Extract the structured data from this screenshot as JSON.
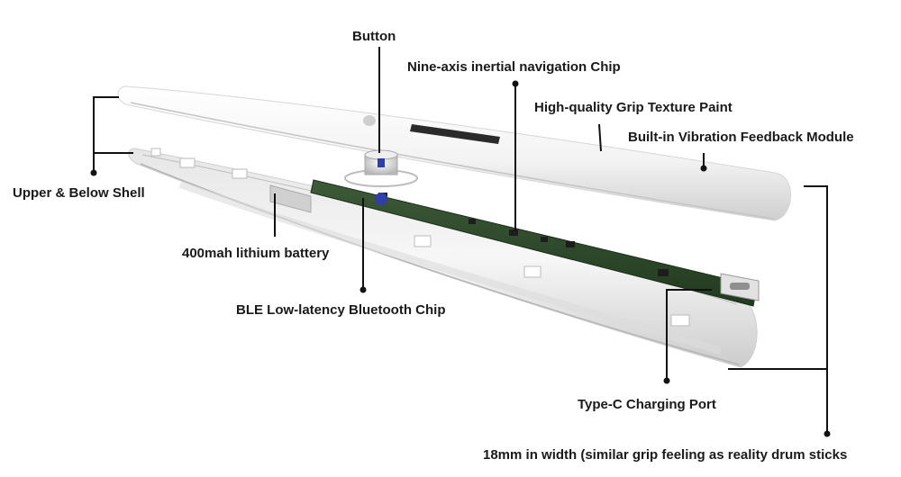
{
  "labels": {
    "button": "Button",
    "nine_axis_chip": "Nine-axis inertial navigation Chip",
    "grip_texture": "High-quality Grip Texture Paint",
    "vibration_module": "Built-in Vibration Feedback Module",
    "shell": "Upper & Below Shell",
    "battery": "400mah lithium battery",
    "bluetooth_chip": "BLE Low-latency Bluetooth Chip",
    "charging_port": "Type-C Charging Port",
    "width_note": "18mm in width (similar grip feeling as reality drum sticks"
  },
  "colors": {
    "shell": "#f4f4f4",
    "shell_shadow": "#d9d9d9",
    "pcb": "#2f4a2c",
    "leader_line": "#111111",
    "text": "#1a1a1a"
  }
}
